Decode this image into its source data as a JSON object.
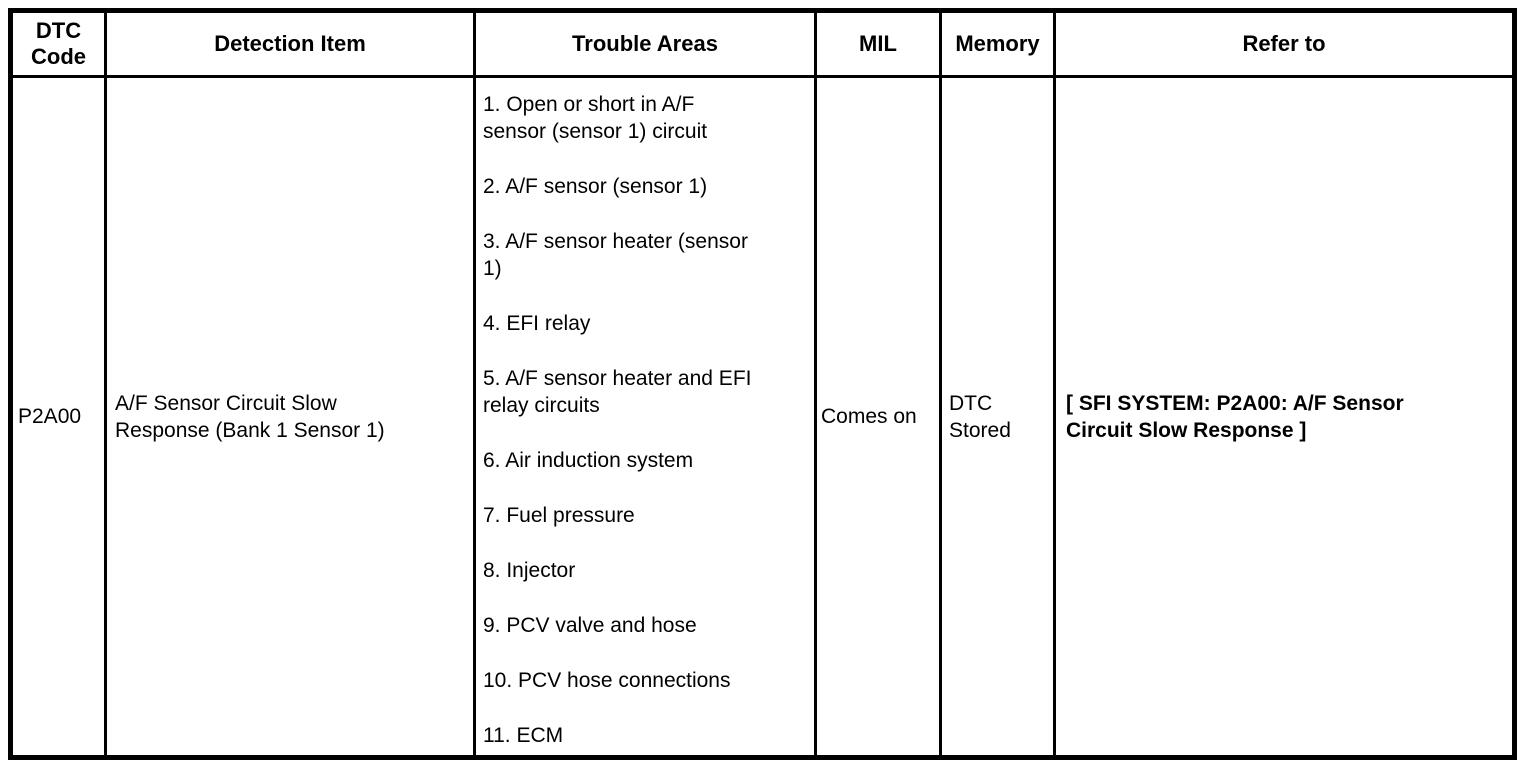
{
  "table": {
    "headers": {
      "dtc_code": "DTC Code",
      "detection_item": "Detection Item",
      "trouble_areas": "Trouble Areas",
      "mil": "MIL",
      "memory": "Memory",
      "refer_to": "Refer to"
    },
    "row": {
      "dtc_code": "P2A00",
      "detection_item": "A/F Sensor Circuit Slow\nResponse (Bank 1 Sensor 1)",
      "trouble_areas": [
        "1. Open or short in A/F\nsensor (sensor 1) circuit",
        "2. A/F sensor (sensor 1)",
        "3. A/F sensor heater (sensor\n1)",
        "4. EFI relay",
        "5. A/F sensor heater and EFI\nrelay circuits",
        "6. Air induction system",
        "7. Fuel pressure",
        "8. Injector",
        "9. PCV valve and hose",
        "10. PCV hose connections",
        "11. ECM"
      ],
      "mil": "Comes on",
      "memory": "DTC\nStored",
      "refer_to": "[ SFI SYSTEM: P2A00: A/F Sensor\nCircuit Slow Response ]"
    },
    "colors": {
      "border": "#000000",
      "text": "#000000",
      "background": "#ffffff"
    }
  }
}
